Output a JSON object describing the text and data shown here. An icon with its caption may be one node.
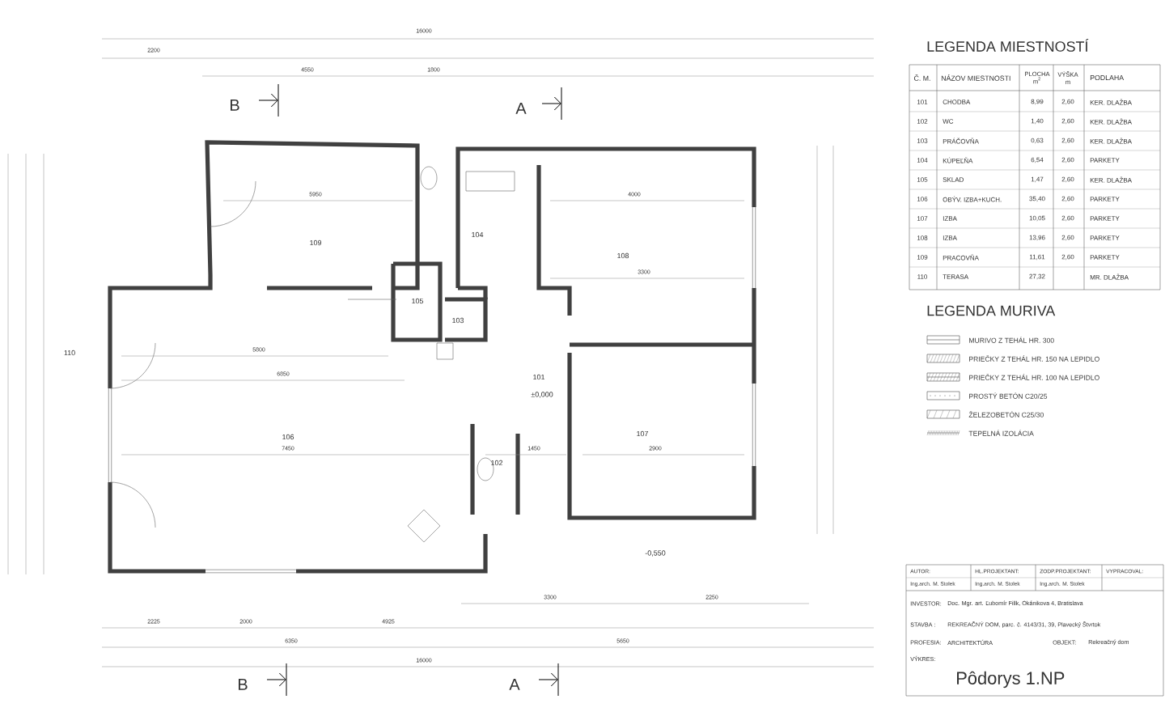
{
  "diagram": {
    "labels": [
      "LEGENDA MIESTNOSTÍ",
      "Č. M.",
      "NÁZOV MIESTNOSTI",
      "PLOCHA m$^{2}$",
      "VÝŠKA m",
      "PODLAHA",
      "101",
      "CHODBA",
      "8,99",
      "2,60",
      "KER. DLAŽBA",
      "102",
      "WC",
      "1,40",
      "2,60",
      "KER. DLAŽBA",
      "103",
      "PRÁČOVŇA",
      "0,63",
      "2,60",
      "KER. DLAŽBA",
      "104",
      "KÚPEĽŇA",
      "6,54",
      "2,60",
      "PARKETY",
      "105",
      "SKLAD",
      "1,47",
      "2,60",
      "KER. DLAŽBA",
      "106",
      "OBÝV. IZBA+KUCH.",
      "35,40",
      "2,60",
      "PARKETY",
      "107",
      "IZBA",
      "10,05",
      "2,60",
      "PARKETY",
      "108",
      "IZBA",
      "13,96",
      "2,60",
      "PARKETY",
      "109",
      "PRACOVŇA",
      "11,61",
      "2,60",
      "PARKETY",
      "110",
      "TERASA",
      "27,32",
      "MR. DLAŽBA",
      "LEGENDA MURIVA",
      "AUTOR:",
      "HL.PROJEKTANT:",
      "ZODP.PROJEKTANT:",
      "VYPRACOVAL:",
      "Ing.arch. M. Stolek",
      "Ing.arch. M. Stolek",
      "Ing.arch. M. Stolek",
      "INVESTOR:",
      "Doc. Mgr. art. Ľubomír Fillk, Okánikova 4, Bratislava",
      "STAVBA :",
      "REKREAČNÝ DOM, parc. č. 4143/31, 39, Plavecký Štvrtok",
      "PROFESIA:",
      "ARCHITEKTÚRA",
      "OBJEKT:",
      "Rekreačný dom",
      "VÝKRES:",
      "Pôdorys 1.NP",
      "B",
      "A",
      "B",
      "A",
      "109",
      "104",
      "108",
      "105",
      "103",
      "101",
      "±0,000",
      "106",
      "102",
      "107",
      "110",
      "-0,550",
      "16000",
      "2200",
      "4550",
      "1800",
      "2225",
      "2000",
      "4925",
      "6350",
      "16000",
      "3300",
      "5650",
      "2250",
      "5950",
      "4000",
      "3300",
      "5800",
      "6850",
      "7450",
      "1450",
      "2900"
    ],
    "legend": [
      {
        "text": "MURIVO Z TEHÁL HR. 300"
      },
      {
        "text": "PRIEČKY Z TEHÁL HR. 150 NA LEPIDLO"
      },
      {
        "text": "PRIEČKY Z TEHÁL HR. 100 NA LEPIDLO"
      },
      {
        "text": "PROSTÝ BETÓN C20/25"
      },
      {
        "text": "ŽELEZOBETÓN C25/30"
      },
      {
        "text": "TEPELNÁ IZOLÁCIA"
      }
    ]
  }
}
